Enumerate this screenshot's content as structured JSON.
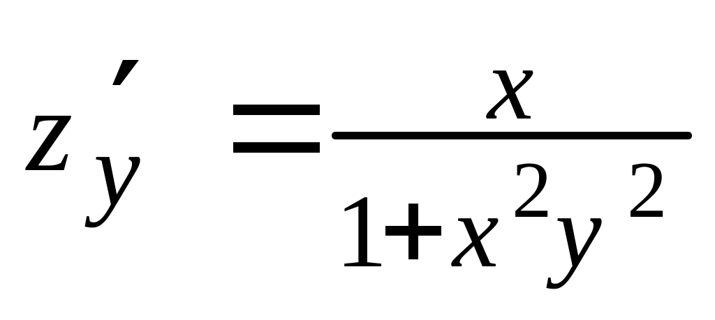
{
  "formula": {
    "lhs": {
      "base": "z",
      "prime": "′",
      "subscript": "y"
    },
    "equals": "=",
    "numerator": {
      "variable": "x"
    },
    "denominator": {
      "one": "1",
      "plus": "+",
      "x": "x",
      "x_exponent": "2",
      "y": "y",
      "y_exponent": "2"
    }
  },
  "colors": {
    "ink": "#000000",
    "background": "#ffffff"
  }
}
